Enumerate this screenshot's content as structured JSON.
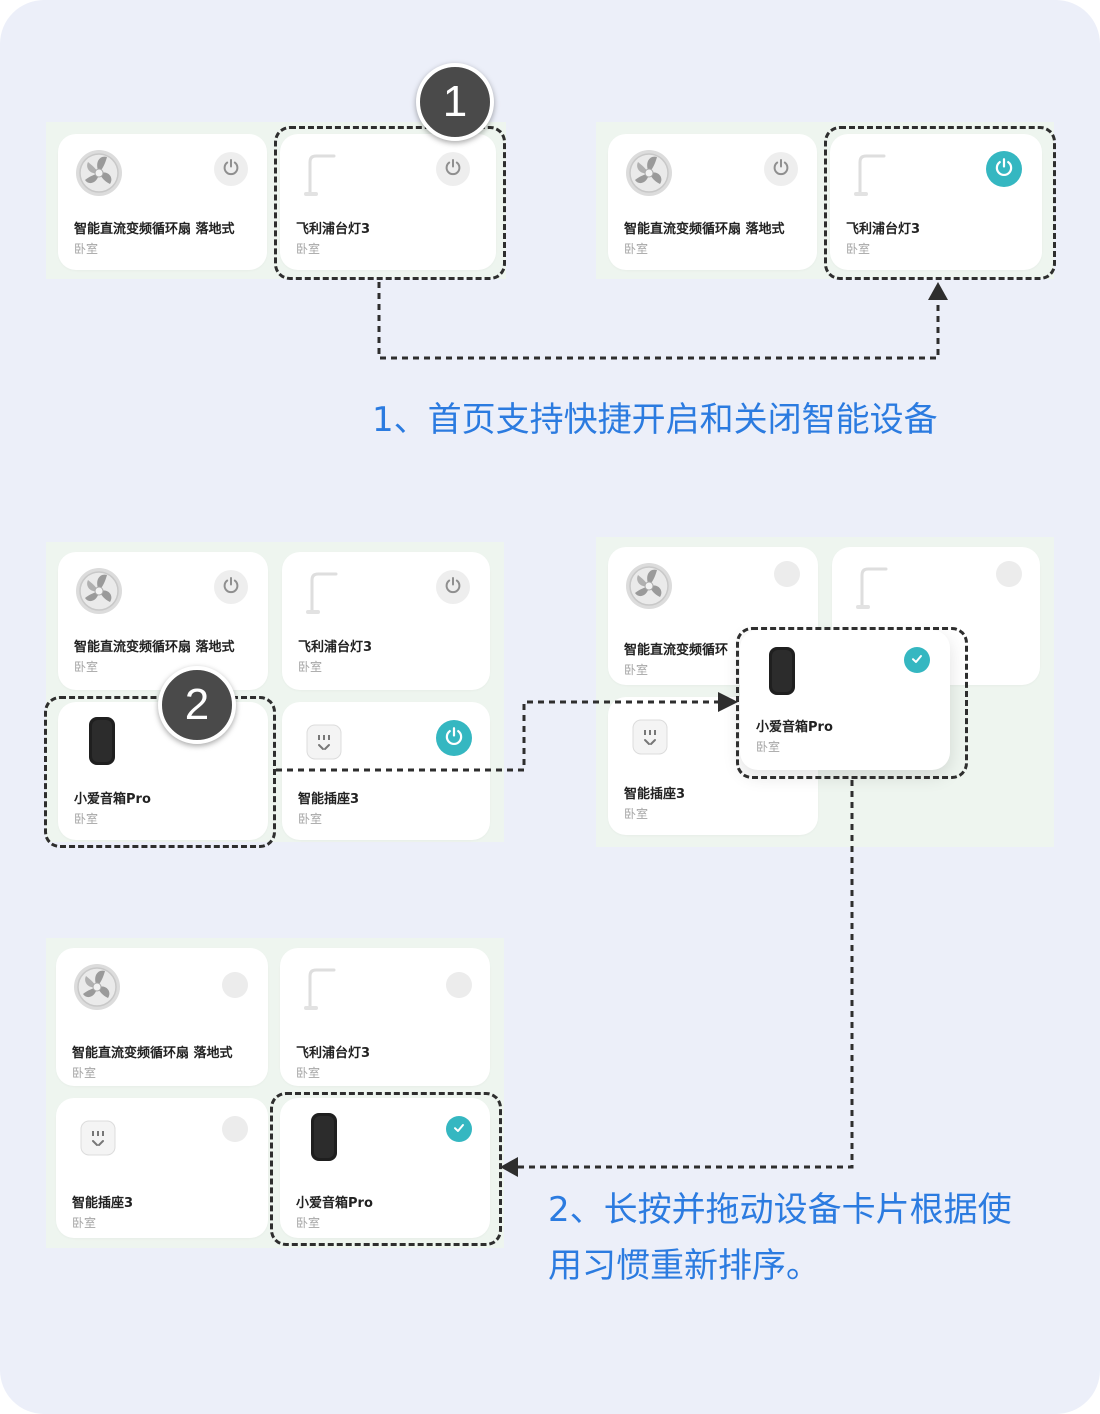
{
  "devices": {
    "fan": {
      "name": "智能直流变频循环扇 落地式",
      "name_truncated": "智能直流变频循环",
      "room": "卧室"
    },
    "lamp": {
      "name": "飞利浦台灯3",
      "room": "卧室"
    },
    "speaker": {
      "name": "小爱音箱Pro",
      "room": "卧室"
    },
    "plug": {
      "name": "智能插座3",
      "room": "卧室"
    }
  },
  "badges": {
    "step1": "1",
    "step2": "2"
  },
  "captions": {
    "step1": "1、首页支持快捷开启和关闭智能设备",
    "step2_line1": "2、长按并拖动设备卡片根据使",
    "step2_line2": "用习惯重新排序。"
  },
  "colors": {
    "accent": "#35b7c1",
    "caption": "#2b7be0",
    "background": "#eceff9",
    "panel": "#eef5ef",
    "badge": "#4a4a4a"
  },
  "icons": [
    "fan-icon",
    "desk-lamp-icon",
    "speaker-icon",
    "smart-plug-icon",
    "power-icon",
    "check-icon",
    "arrow-icon"
  ]
}
